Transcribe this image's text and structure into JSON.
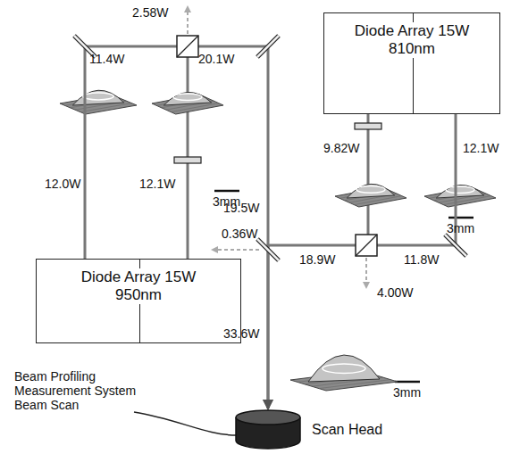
{
  "diagram": {
    "nodes": [
      {
        "text": [
          "Diode Array 15W 950nm"
        ]
      },
      {
        "text": [
          "Diode Array 15W 810nm"
        ]
      },
      {
        "text": [
          "Scan Head"
        ]
      }
    ],
    "edges": [
      {
        "from": 0,
        "to": 2,
        "arrow": "to"
      },
      {
        "from": 1,
        "to": 2,
        "arrow": "to"
      }
    ],
    "labels": [
      "2.58W",
      "11.4W",
      "20.1W",
      "12.0W",
      "12.1W",
      "3mm",
      "19.5W",
      "0.36W",
      "33.6W",
      "Beam Profiling Measurement System Beam Scan",
      "9.82W",
      "12.1W",
      "3mm",
      "18.9W",
      "11.8W",
      "4.00W",
      "3mm"
    ]
  }
}
